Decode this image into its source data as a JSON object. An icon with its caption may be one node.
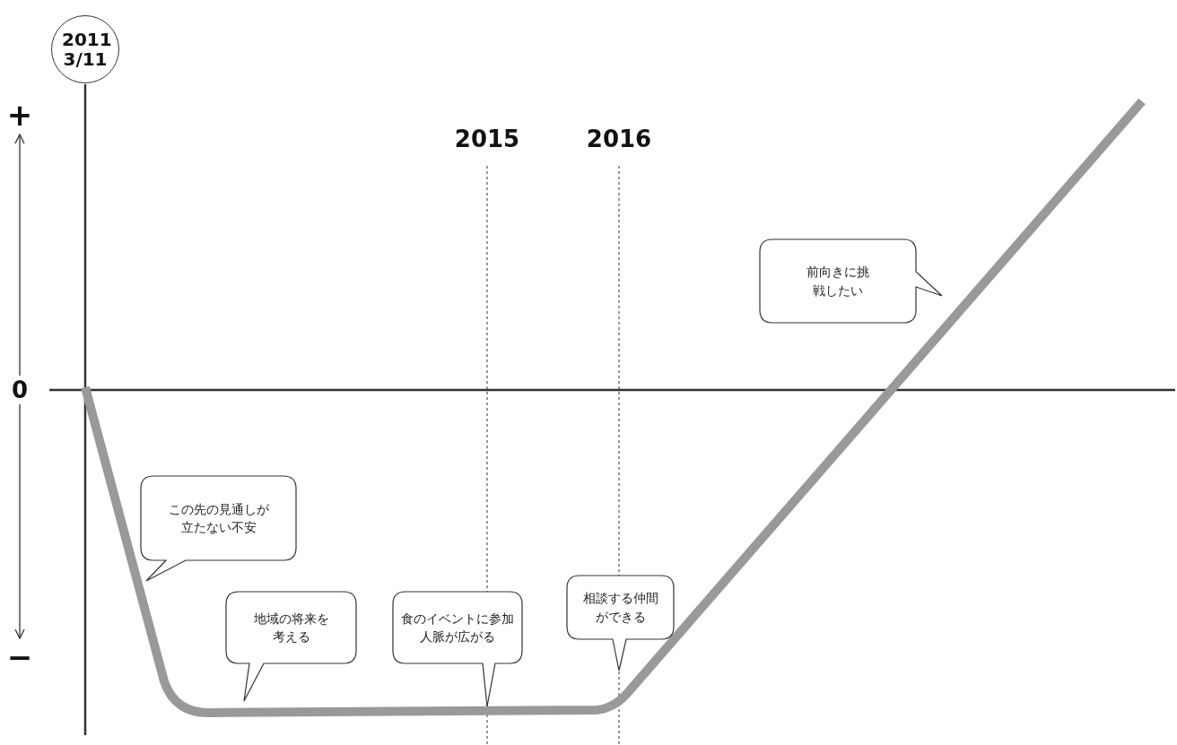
{
  "diagram": {
    "nodes": [
      {
        "text": [
          "2011 3/11"
        ]
      },
      {
        "text": [
          "この先の見通しが立たない不安"
        ]
      },
      {
        "text": [
          "地域の将来を考える"
        ]
      },
      {
        "text": [
          "食のイベントに参加",
          "人脈が広がる"
        ]
      },
      {
        "text": [
          "相談する仲間ができる"
        ]
      },
      {
        "text": [
          "前向きに挑戦したい"
        ]
      }
    ],
    "edges": [],
    "labels": [
      "+",
      "2015",
      "2016",
      "0",
      "−"
    ]
  }
}
